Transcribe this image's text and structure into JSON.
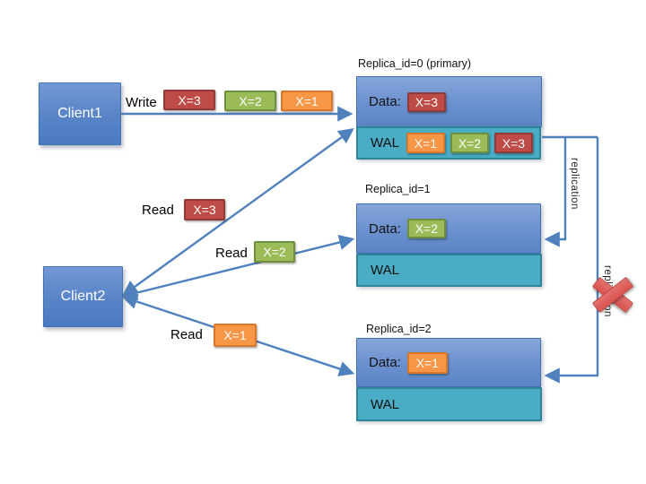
{
  "clients": [
    {
      "label": "Client1"
    },
    {
      "label": "Client2"
    }
  ],
  "write": {
    "label": "Write",
    "badges": [
      {
        "text": "X=3",
        "color": "red"
      },
      {
        "text": "X=2",
        "color": "green"
      },
      {
        "text": "X=1",
        "color": "orange"
      }
    ]
  },
  "reads": [
    {
      "label": "Read",
      "badge": {
        "text": "X=3",
        "color": "red"
      }
    },
    {
      "label": "Read",
      "badge": {
        "text": "X=2",
        "color": "green"
      }
    },
    {
      "label": "Read",
      "badge": {
        "text": "X=1",
        "color": "orange"
      }
    }
  ],
  "replicas": [
    {
      "title": "Replica_id=0 (primary)",
      "data_label": "Data:",
      "data_badge": {
        "text": "X=3",
        "color": "red"
      },
      "wal_label": "WAL",
      "wal_badges": [
        {
          "text": "X=1",
          "color": "orange"
        },
        {
          "text": "X=2",
          "color": "green"
        },
        {
          "text": "X=3",
          "color": "red"
        }
      ]
    },
    {
      "title": "Replica_id=1",
      "data_label": "Data:",
      "data_badge": {
        "text": "X=2",
        "color": "green"
      },
      "wal_label": "WAL"
    },
    {
      "title": "Replica_id=2",
      "data_label": "Data:",
      "data_badge": {
        "text": "X=1",
        "color": "orange"
      },
      "wal_label": "WAL"
    }
  ],
  "replication": {
    "label_to_replica1": "replication",
    "label_to_replica2": "replication",
    "failed_link_icon": "red-cross-icon"
  },
  "colors": {
    "arrow_line": "#4f81bd",
    "box_blue_top": "#86a6db",
    "box_blue_bottom": "#5b83c5",
    "wal_teal": "#4aacc5",
    "wal_border": "#2e8396",
    "badge_red": "#bf4b47",
    "badge_green": "#9bbb59",
    "badge_orange": "#f79646",
    "fail_x_red": "#d9534f"
  }
}
